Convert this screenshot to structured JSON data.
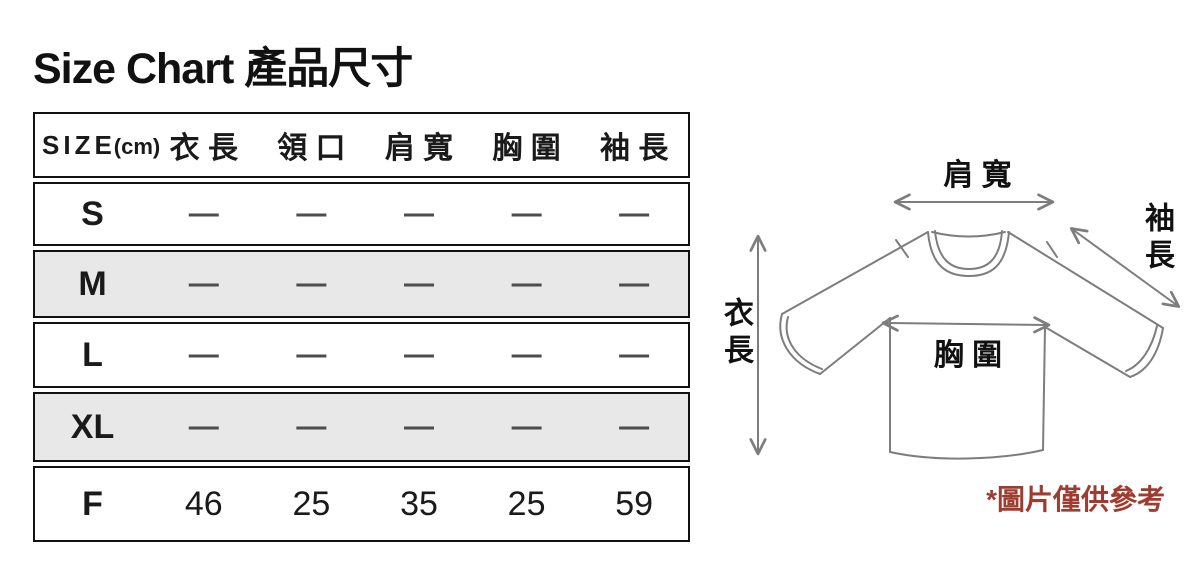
{
  "page": {
    "title": "Size Chart 產品尺寸",
    "background": "#ffffff"
  },
  "size_table": {
    "header": {
      "size_label": "SIZE",
      "size_unit": "(cm)",
      "columns": [
        "衣 長",
        "領 口",
        "肩 寬",
        "胸 圍",
        "袖 長"
      ]
    },
    "rows": [
      {
        "size": "S",
        "values": [
          "—",
          "—",
          "—",
          "—",
          "—"
        ]
      },
      {
        "size": "M",
        "values": [
          "—",
          "—",
          "—",
          "—",
          "—"
        ]
      },
      {
        "size": "L",
        "values": [
          "—",
          "—",
          "—",
          "—",
          "—"
        ]
      },
      {
        "size": "XL",
        "values": [
          "—",
          "—",
          "—",
          "—",
          "—"
        ]
      },
      {
        "size": "F",
        "values": [
          "46",
          "25",
          "35",
          "25",
          "59"
        ]
      }
    ]
  },
  "diagram": {
    "labels": {
      "shoulder_width": "肩 寬",
      "sleeve_length": "袖長",
      "garment_length": "衣長",
      "chest": "胸 圍"
    },
    "note": "*圖片僅供參考"
  },
  "colors": {
    "text": "#1a1a1a",
    "table_border": "#111111",
    "row_shade": "#e8e8e8",
    "dash": "#4d4d4d",
    "shirt_outline": "#7d7d7d",
    "note_red": "#9e3c30"
  },
  "chart_data": {
    "type": "table",
    "title": "Size Chart 產品尺寸",
    "unit": "cm",
    "columns": [
      "SIZE(cm)",
      "衣長",
      "領口",
      "肩寬",
      "胸圍",
      "袖長"
    ],
    "rows": [
      [
        "S",
        null,
        null,
        null,
        null,
        null
      ],
      [
        "M",
        null,
        null,
        null,
        null,
        null
      ],
      [
        "L",
        null,
        null,
        null,
        null,
        null
      ],
      [
        "XL",
        null,
        null,
        null,
        null,
        null
      ],
      [
        "F",
        46,
        25,
        35,
        25,
        59
      ]
    ],
    "empty_cell_glyph": "—"
  }
}
